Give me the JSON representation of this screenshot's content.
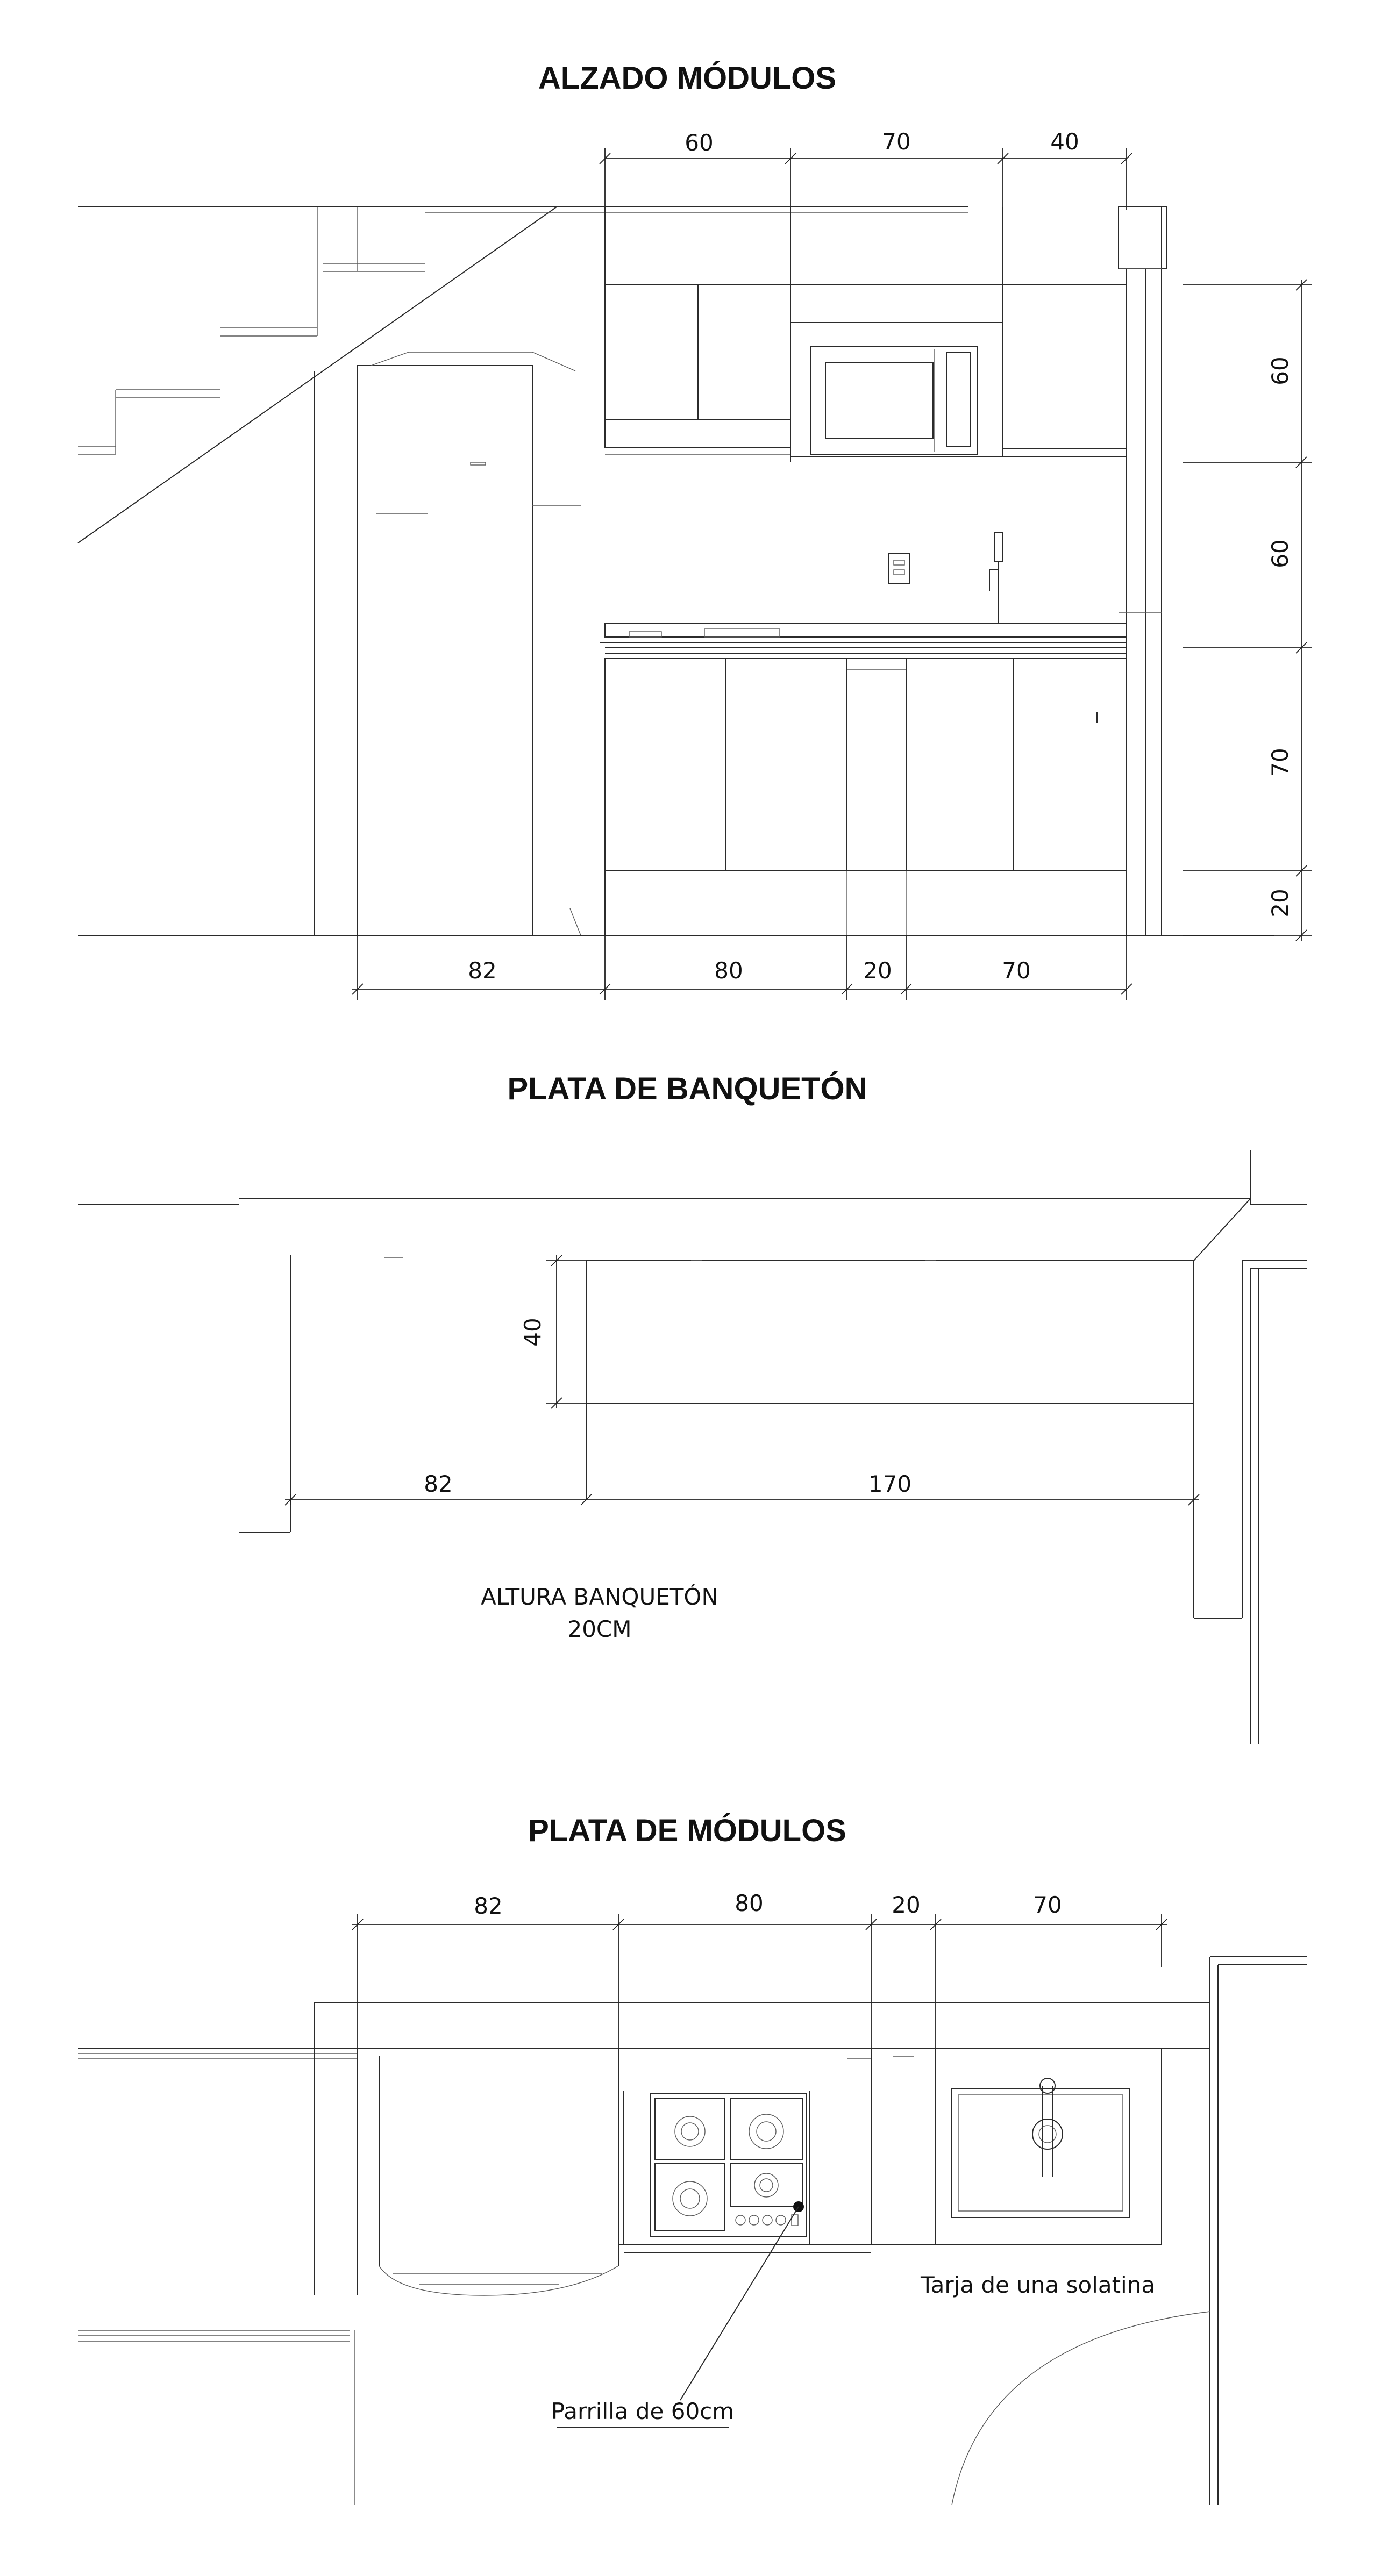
{
  "sections": {
    "alzado": {
      "title": "ALZADO MÓDULOS",
      "top_dims": [
        "60",
        "70",
        "40"
      ],
      "side_dims": [
        "60",
        "60",
        "70",
        "20"
      ],
      "bottom_dims": [
        "82",
        "80",
        "20",
        "70"
      ]
    },
    "banqueton": {
      "title": "PLATA DE BANQUETÓN",
      "dim_depth": "40",
      "dim_left": "82",
      "dim_right": "170",
      "note_line1": "ALTURA BANQUETÓN",
      "note_line2": "20CM"
    },
    "modulos": {
      "title": "PLATA DE MÓDULOS",
      "top_dims": [
        "82",
        "80",
        "20",
        "70"
      ],
      "label_sink": "Tarja de una solatina",
      "label_grill": "Parrilla de 60cm"
    }
  }
}
